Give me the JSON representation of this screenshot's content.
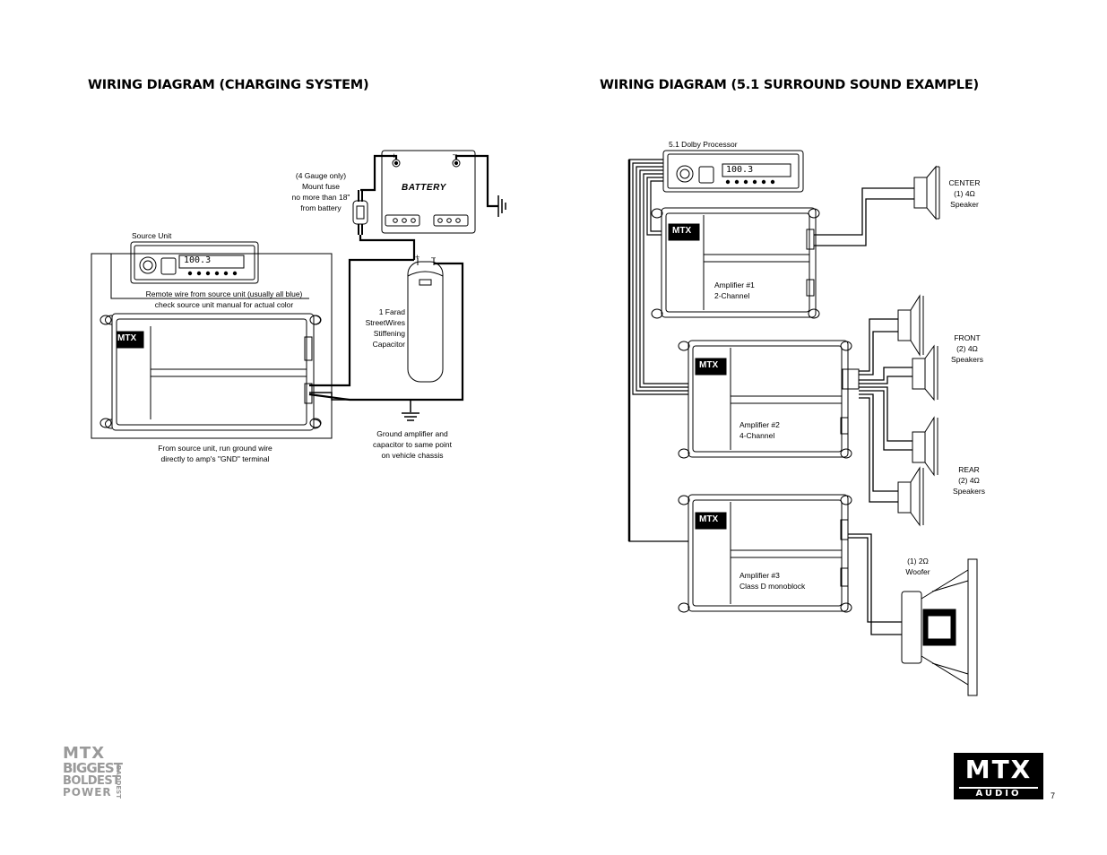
{
  "titles": {
    "left": "WIRING DIAGRAM (CHARGING SYSTEM)",
    "right": "WIRING DIAGRAM (5.1 SURROUND SOUND EXAMPLE)"
  },
  "left_diagram": {
    "source_unit": "Source Unit",
    "head_display": "100.3",
    "fuse_note": [
      "(4 Gauge only)",
      "Mount fuse",
      "no more than 18\"",
      "from battery"
    ],
    "battery": "BATTERY",
    "battery_plus": "+",
    "battery_minus": "–",
    "remote_note": [
      "Remote wire from source unit (usually all blue)",
      "check source unit manual for actual color"
    ],
    "capacitor_note": [
      "1 Farad",
      "StreetWires",
      "Stiffening",
      "Capacitor"
    ],
    "cap_plus": "+",
    "cap_minus": "–",
    "ground_amp_note": [
      "Ground amplifier and",
      "capacitor to same point",
      "on vehicle chassis"
    ],
    "ground_source_note": [
      "From source unit, run ground wire",
      "directly to amp's \"GND\" terminal"
    ],
    "amp_logo": "MTX"
  },
  "right_diagram": {
    "processor": "5.1 Dolby Processor",
    "head_display": "100.3",
    "center": [
      "CENTER",
      "(1) 4Ω",
      "Speaker"
    ],
    "front": [
      "FRONT",
      "(2) 4Ω",
      "Speakers"
    ],
    "rear": [
      "REAR",
      "(2) 4Ω",
      "Speakers"
    ],
    "woofer": [
      "(1) 2Ω",
      "Woofer"
    ],
    "amp1": [
      "Amplifier #1",
      "2-Channel"
    ],
    "amp2": [
      "Amplifier #2",
      "4-Channel"
    ],
    "amp3": [
      "Amplifier #3",
      "Class D monoblock"
    ],
    "amp_logo": "MTX"
  },
  "footer": {
    "slogan": [
      "MTX",
      "BIGGEST",
      "BOLDEST",
      "POWER",
      "BADDEST"
    ],
    "logo": "MTX",
    "logo_sub": "AUDIO",
    "page_number": "7"
  }
}
